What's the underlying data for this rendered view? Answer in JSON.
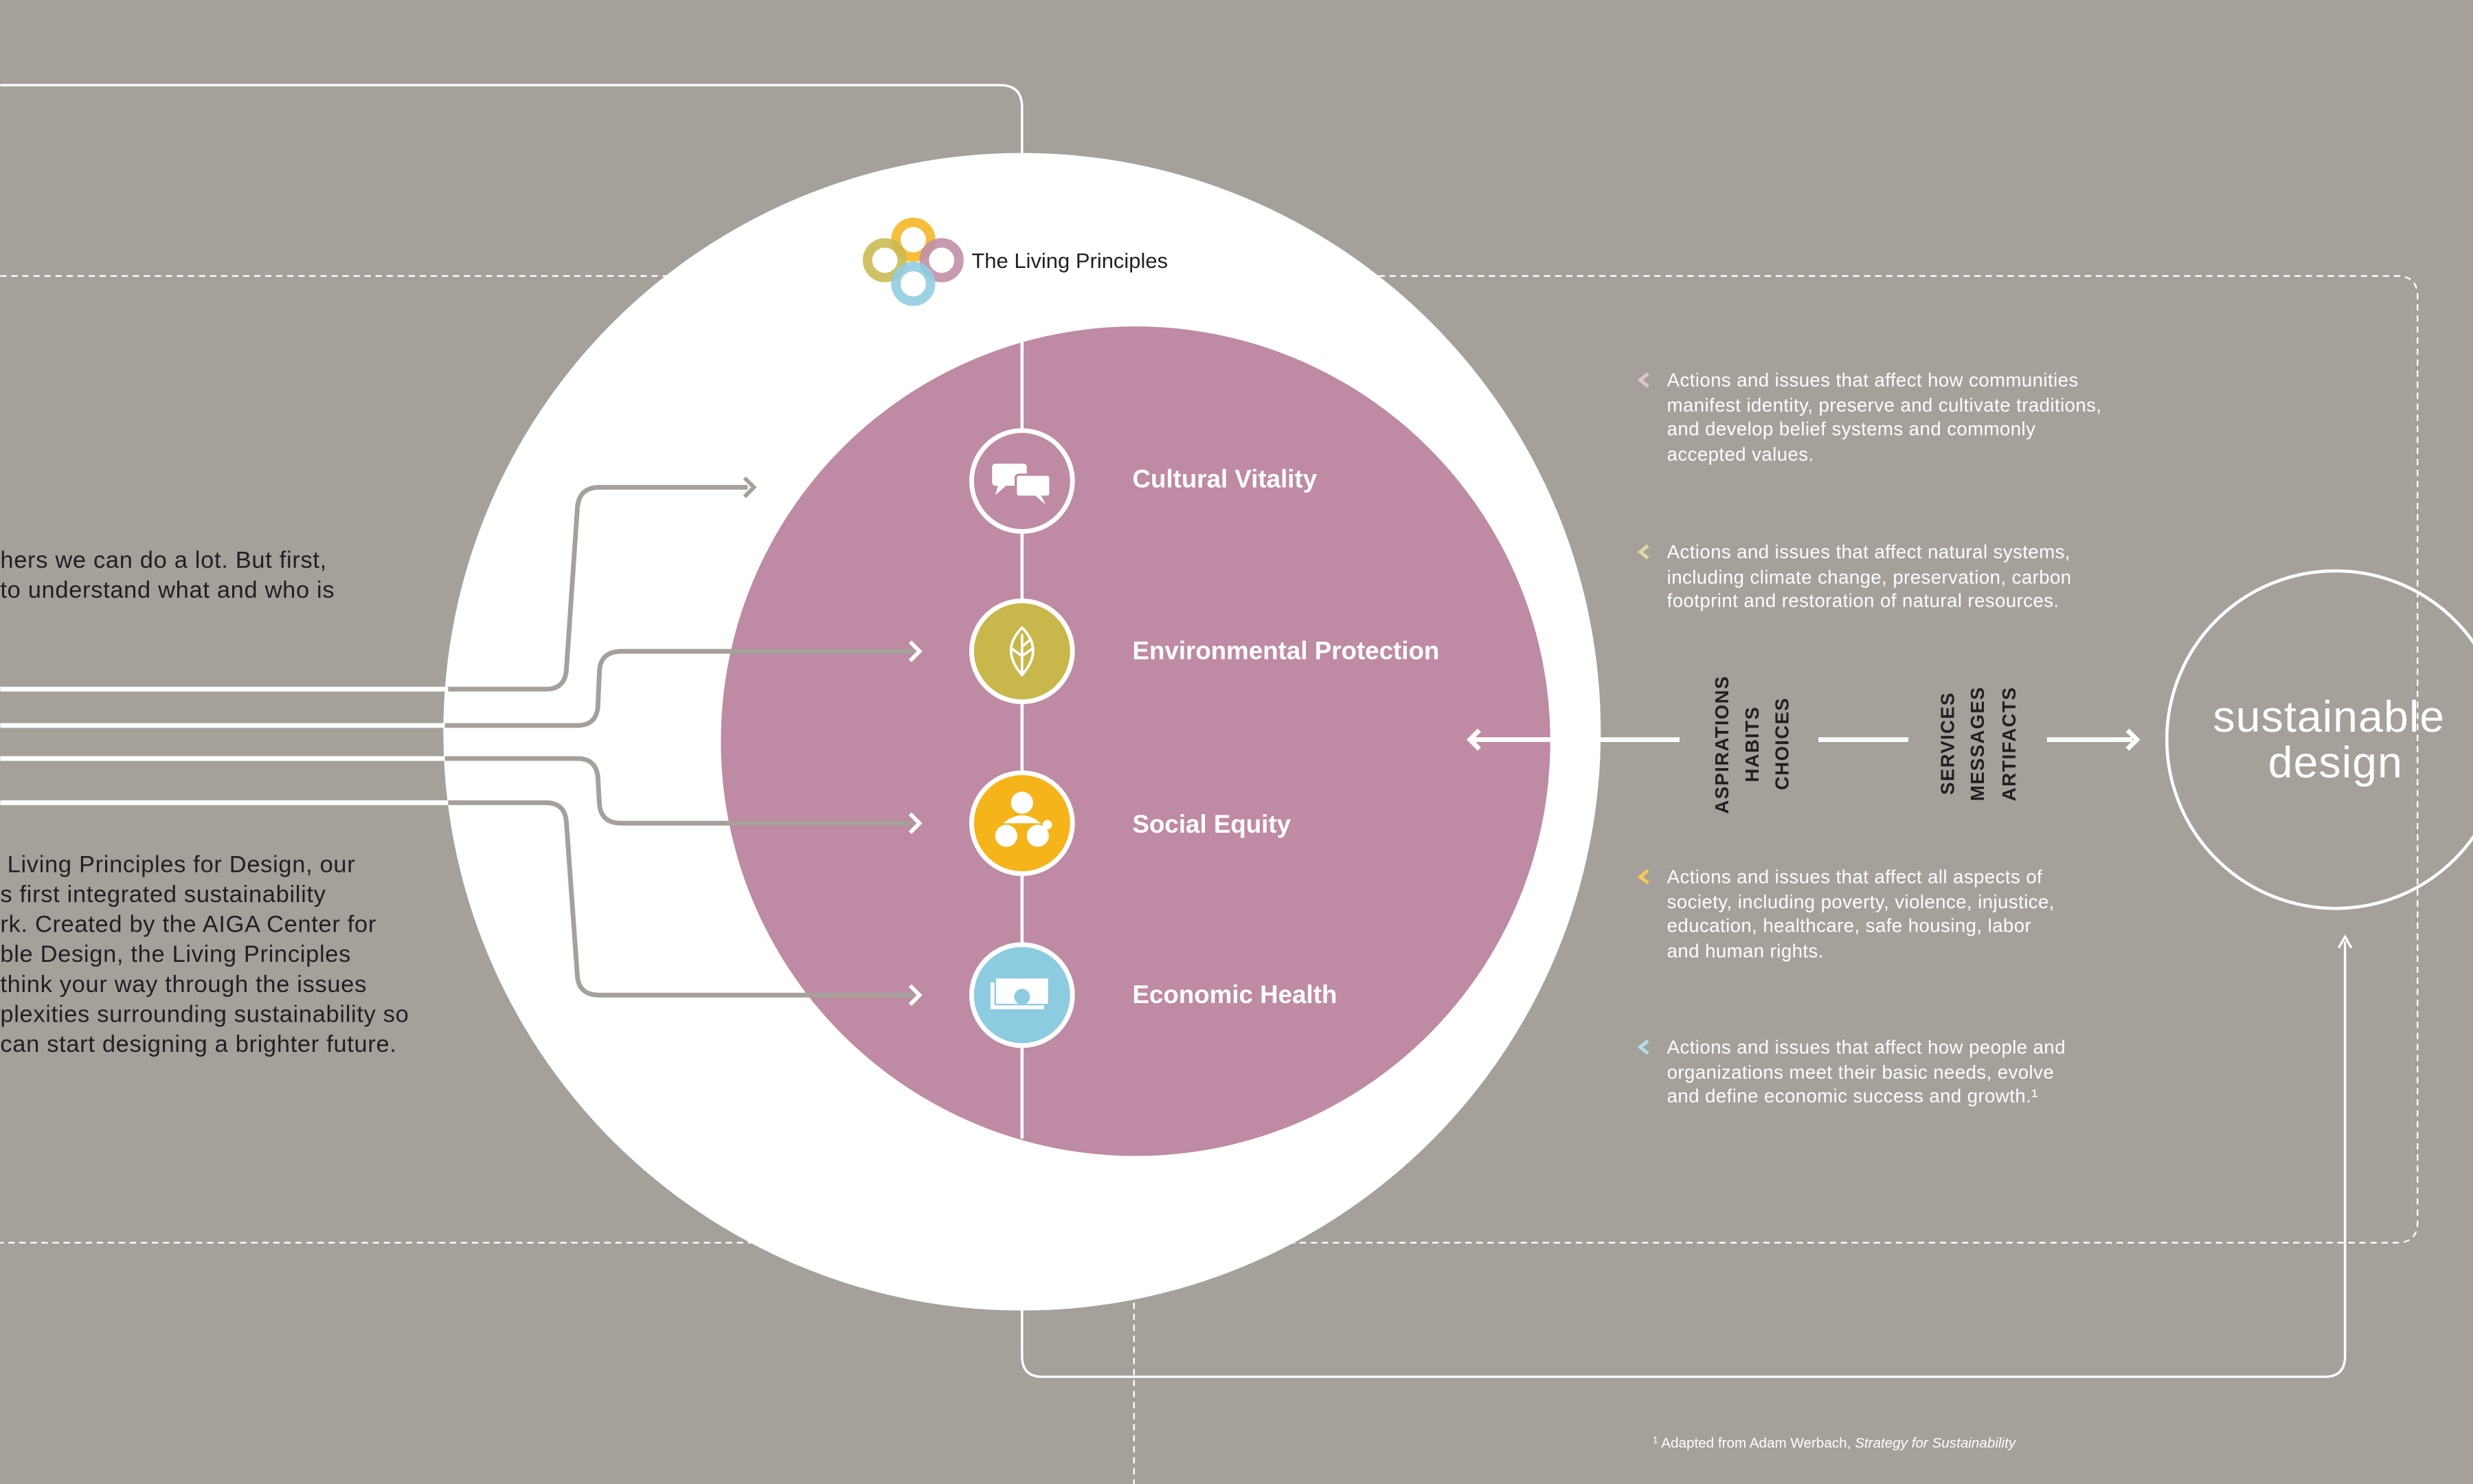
{
  "logo": {
    "title": "The Living Principles"
  },
  "colors": {
    "background": "#a5a09a",
    "cultural": "#bf8aa3",
    "environmental": "#c8b74a",
    "social": "#f5b41a",
    "economic": "#8ccbe0"
  },
  "left_text": {
    "top": [
      "hers we can do a lot. But first,",
      "to understand what and who is"
    ],
    "bottom": [
      " Living Principles for Design, our",
      "s first integrated sustainability",
      "rk. Created by the AIGA Center for",
      "ble Design, the Living Principles",
      "think your way through the issues",
      "plexities surrounding sustainability so",
      "can start designing a brighter future."
    ]
  },
  "principles": [
    {
      "label": "Cultural Vitality",
      "icon": "speech-bubbles-icon",
      "description": [
        "Actions and issues that affect how communities",
        "manifest identity, preserve and cultivate traditions,",
        "and develop belief systems and commonly",
        "accepted values."
      ]
    },
    {
      "label": "Environmental Protection",
      "icon": "leaf-icon",
      "description": [
        "Actions and issues that affect natural systems,",
        "including climate change, preservation, carbon",
        "footprint and restoration of natural resources."
      ]
    },
    {
      "label": "Social Equity",
      "icon": "people-icon",
      "description": [
        "Actions and issues that affect all aspects of",
        "society, including poverty, violence, injustice,",
        "education, healthcare, safe housing, labor",
        "and human rights."
      ]
    },
    {
      "label": "Economic Health",
      "icon": "money-icon",
      "description": [
        "Actions and issues that affect how people and",
        "organizations meet their basic needs, evolve",
        "and define economic success and growth.¹"
      ]
    }
  ],
  "flow": {
    "group1": [
      "ASPIRATIONS",
      "HABITS",
      "CHOICES"
    ],
    "group2": [
      "SERVICES",
      "MESSAGES",
      "ARTIFACTS"
    ],
    "outcome": [
      "sustainable",
      "design"
    ]
  },
  "footnote": {
    "mark": "1",
    "text": " Adapted from Adam Werbach, ",
    "italic": "Strategy for Sustainability"
  }
}
